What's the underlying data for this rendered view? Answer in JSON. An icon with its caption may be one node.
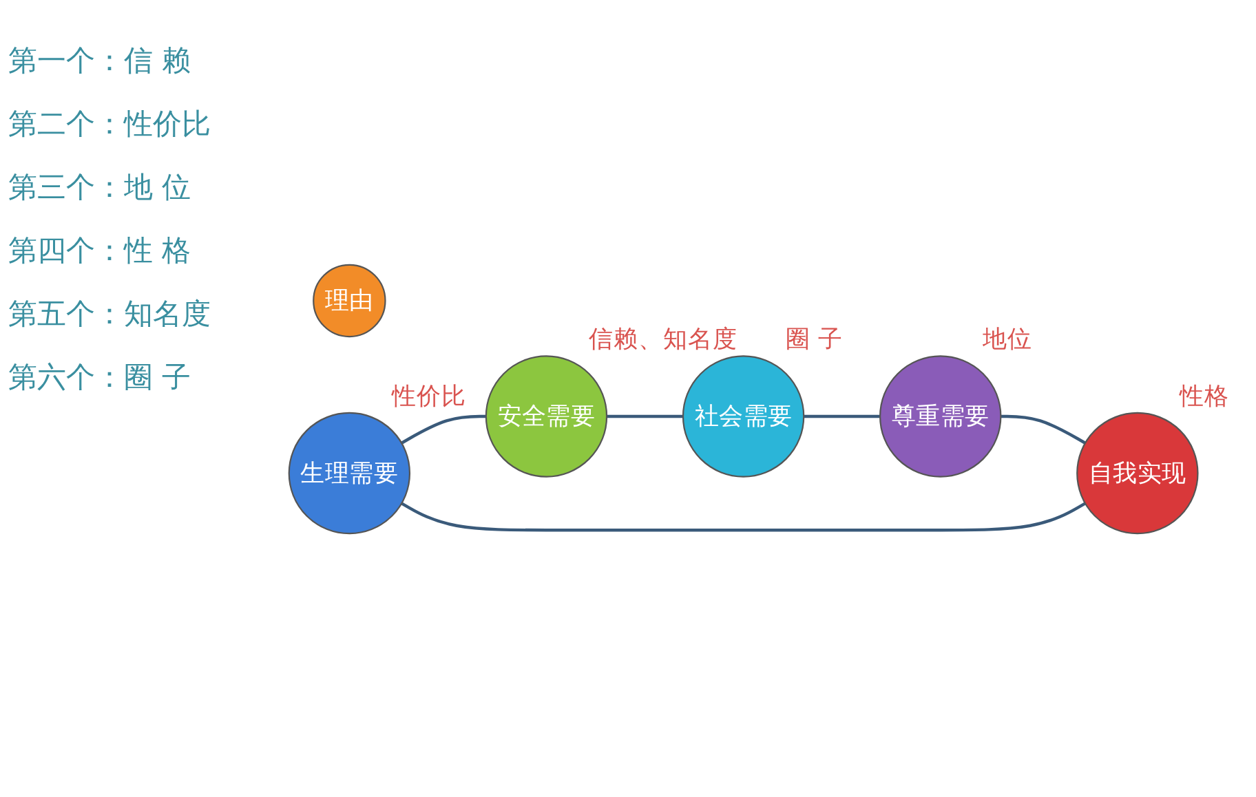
{
  "diagram": {
    "nodes": [
      {
        "text": [
          "理由"
        ]
      },
      {
        "text": [
          "生理需要"
        ],
        "beside": [
          "性价比"
        ]
      },
      {
        "text": [
          "安全需要"
        ],
        "beside": [
          "信赖、知名度"
        ]
      },
      {
        "text": [
          "社会需要"
        ],
        "beside": [
          "圈 子"
        ]
      },
      {
        "text": [
          "尊重需要"
        ],
        "beside": [
          "地位"
        ]
      },
      {
        "text": [
          "自我实现"
        ],
        "beside": [
          "性格"
        ]
      }
    ],
    "edges": [
      {
        "from": 1,
        "to": 2,
        "arrow": "none"
      },
      {
        "from": 2,
        "to": 3,
        "arrow": "none"
      },
      {
        "from": 3,
        "to": 4,
        "arrow": "none"
      },
      {
        "from": 4,
        "to": 5,
        "arrow": "none"
      },
      {
        "from": 5,
        "to": 1,
        "arrow": "none"
      }
    ],
    "labels": [
      "第一个：信 赖",
      "第二个：性价比",
      "第三个：地 位",
      "第四个：性 格",
      "第五个：知名度",
      "第六个：圈 子"
    ]
  }
}
